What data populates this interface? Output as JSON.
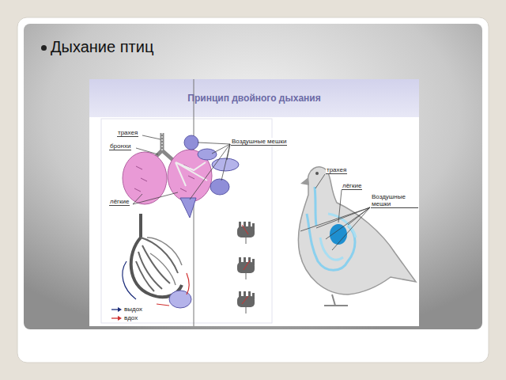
{
  "diagram": {
    "title": "Дыхание птиц",
    "nodes": [
      {
        "text": [
          "Принцип двойного дыхания"
        ]
      }
    ],
    "labels": [
      "трахея",
      "бронхи",
      "Воздушные мешки",
      "лёгкие",
      "трахея",
      "лёгкие",
      "Воздушные мешки"
    ],
    "legend": [
      {
        "text": "выдох"
      },
      {
        "text": "вдох"
      }
    ]
  }
}
